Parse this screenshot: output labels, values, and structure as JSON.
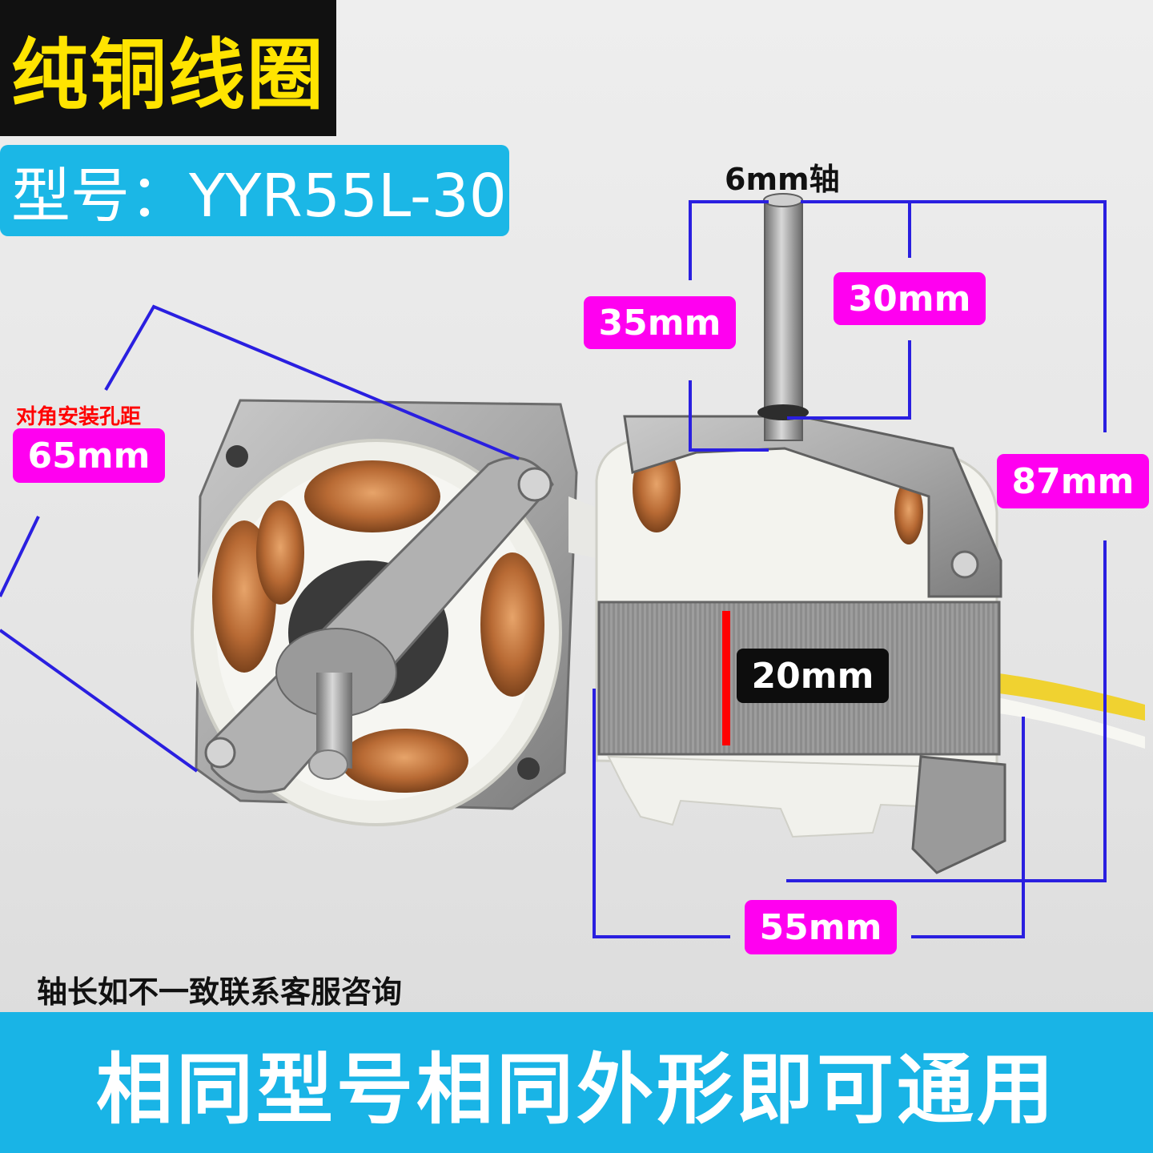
{
  "banner": {
    "title": "纯铜线圈"
  },
  "model": {
    "text": "型号：YYR55L-30"
  },
  "shaft": {
    "label": "6mm轴"
  },
  "dimensions": {
    "height_35": "35mm",
    "shaft_30": "30mm",
    "total_87": "87mm",
    "diagonal_65": "65mm",
    "stack_20": "20mm",
    "width_55": "55mm"
  },
  "notes": {
    "diagonal_note": "对角安装孔距",
    "disclaimer": "轴长如不一致联系客服咨询"
  },
  "footer": {
    "text": "相同型号相同外形即可通用"
  },
  "colors": {
    "banner_bg": "#111111",
    "banner_text": "#ffe400",
    "accent_blue": "#1bb7e6",
    "dimension_magenta": "#ff00f0",
    "dimension_line": "#2a1fe0",
    "marker_red": "#ff0000"
  }
}
